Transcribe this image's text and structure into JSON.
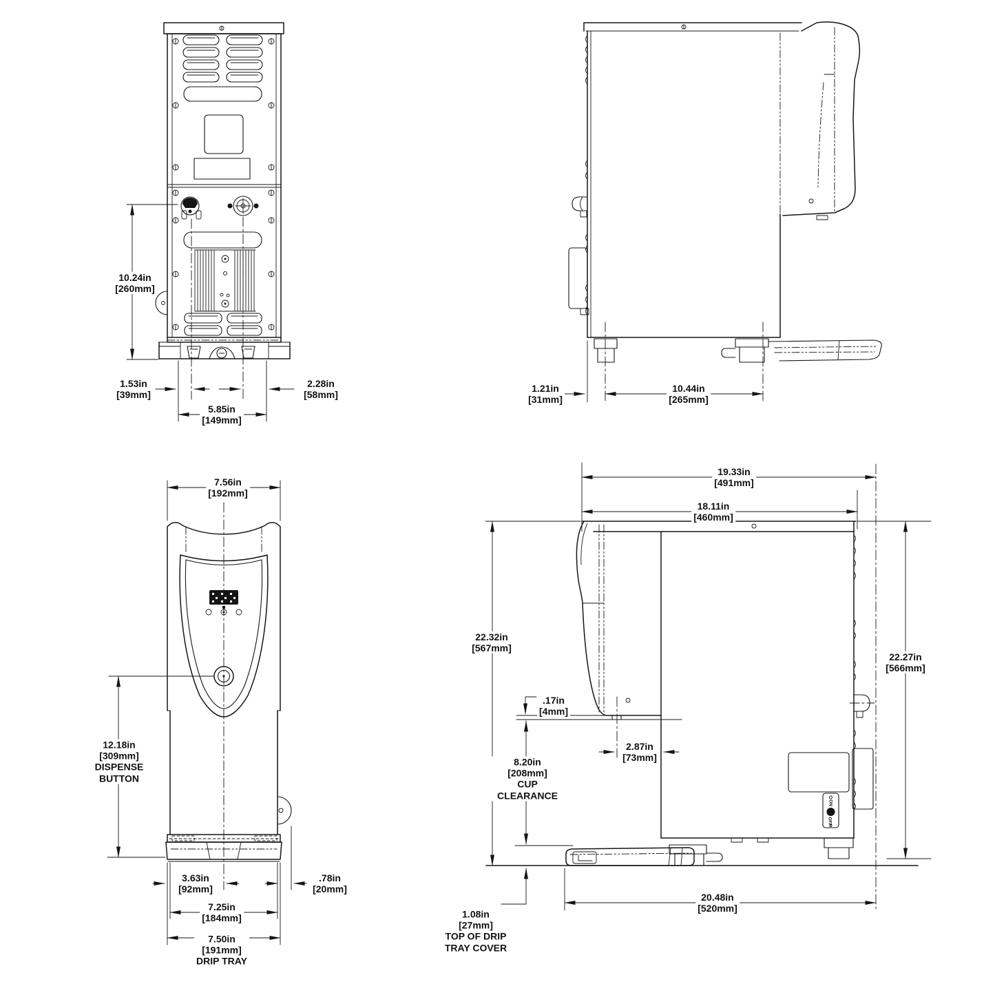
{
  "drawing": {
    "colors": {
      "line": "#151515",
      "background": "#ffffff"
    },
    "views": {
      "rear": {
        "dims": {
          "connector_height": {
            "in": "10.24in",
            "mm": "[260mm]"
          },
          "left_offset": {
            "in": "1.53in",
            "mm": "[39mm]"
          },
          "right_offset": {
            "in": "2.28in",
            "mm": "[58mm]"
          },
          "foot_spacing": {
            "in": "5.85in",
            "mm": "[149mm]"
          }
        }
      },
      "right_side": {
        "dims": {
          "rear_foot_offset": {
            "in": "1.21in",
            "mm": "[31mm]"
          },
          "foot_spacing": {
            "in": "10.44in",
            "mm": "[265mm]"
          }
        }
      },
      "front": {
        "dims": {
          "top_width": {
            "in": "7.56in",
            "mm": "[192mm]"
          },
          "dispense_button": {
            "in": "12.18in",
            "mm": "[309mm]",
            "caption": "DISPENSE BUTTON"
          },
          "center_offset": {
            "in": "3.63in",
            "mm": "[92mm]"
          },
          "side_protrusion": {
            "in": ".78in",
            "mm": "[20mm]"
          },
          "body_width": {
            "in": "7.25in",
            "mm": "[184mm]"
          },
          "drip_tray_width": {
            "in": "7.50in",
            "mm": "[191mm]",
            "caption": "DRIP TRAY"
          }
        }
      },
      "left_side": {
        "dims": {
          "overall_depth": {
            "in": "19.33in",
            "mm": "[491mm]"
          },
          "body_depth": {
            "in": "18.11in",
            "mm": "[460mm]"
          },
          "overall_height": {
            "in": "22.32in",
            "mm": "[567mm]"
          },
          "rear_height": {
            "in": "22.27in",
            "mm": "[566mm]"
          },
          "spout_gap": {
            "in": ".17in",
            "mm": "[4mm]"
          },
          "spout_setback": {
            "in": "2.87in",
            "mm": "[73mm]"
          },
          "cup_clearance": {
            "in": "8.20in",
            "mm": "[208mm]",
            "caption": "CUP CLEARANCE"
          },
          "drip_tray_height": {
            "in": "1.08in",
            "mm": "[27mm]",
            "caption": "TOP OF DRIP TRAY COVER"
          },
          "base_depth": {
            "in": "20.48in",
            "mm": "[520mm]"
          }
        },
        "power_switch": {
          "on_label": "ON",
          "off_label": "OFF"
        }
      }
    }
  }
}
